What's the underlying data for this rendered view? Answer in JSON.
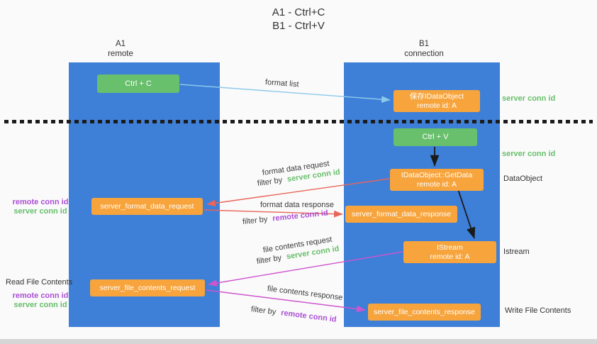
{
  "palette": {
    "lane_blue": "#3E7FD8",
    "green": "#68BF6C",
    "orange": "#F7A43C",
    "red_arrow": "#E8655A",
    "magenta_arrow": "#CE55CE",
    "light_blue_arrow": "#8CC9EA",
    "purple_text": "#AB4FD4",
    "green_text": "#67BF6B"
  },
  "title": {
    "line1": "A1 - Ctrl+C",
    "line2": "B1 - Ctrl+V"
  },
  "lanes": {
    "a1": {
      "name": "A1",
      "subtitle": "remote"
    },
    "b1": {
      "name": "B1",
      "subtitle": "connection"
    }
  },
  "nodes": {
    "ctrl_c": {
      "label": "Ctrl + C"
    },
    "ctrl_v": {
      "label": "Ctrl + V"
    },
    "save_idataobject": {
      "line1": "保存IDataObject",
      "line2": "remote id: A"
    },
    "getdata": {
      "line1": "IDataObject::GetData",
      "line2": "remote id: A"
    },
    "istream": {
      "line1": "IStream",
      "line2": "remote id: A"
    },
    "server_format_data_request": {
      "label": "server_format_data_request"
    },
    "server_format_data_response": {
      "label": "server_format_data_response"
    },
    "server_file_contents_request": {
      "label": "server_file_contents_request"
    },
    "server_file_contents_response": {
      "label": "server_file_contents_response"
    }
  },
  "labels": {
    "format_list": "format list",
    "format_data_request": "format data request",
    "format_data_response": "format data response",
    "file_contents_request": "file contents request",
    "file_contents_response": "file contents response",
    "filter_by": "filter by",
    "server_conn_id": "server conn id",
    "remote_conn_id": "remote conn id",
    "dataobject": "DataObject",
    "istream": "Istream",
    "read_file_contents": "Read File Contents",
    "write_file_contents": "Write File Contents"
  }
}
